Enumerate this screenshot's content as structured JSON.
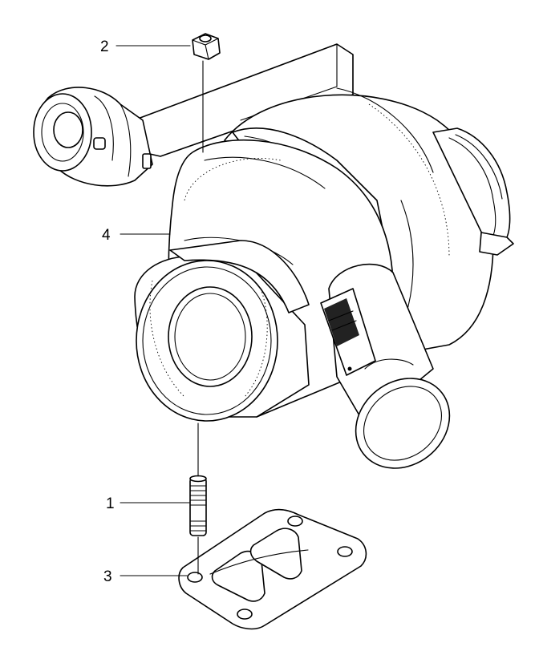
{
  "callouts": [
    {
      "id": "stud",
      "label": "1"
    },
    {
      "id": "nut",
      "label": "2"
    },
    {
      "id": "gasket",
      "label": "3"
    },
    {
      "id": "turbocharger",
      "label": "4"
    }
  ],
  "colors": {
    "line": "#000000",
    "background": "#ffffff"
  }
}
